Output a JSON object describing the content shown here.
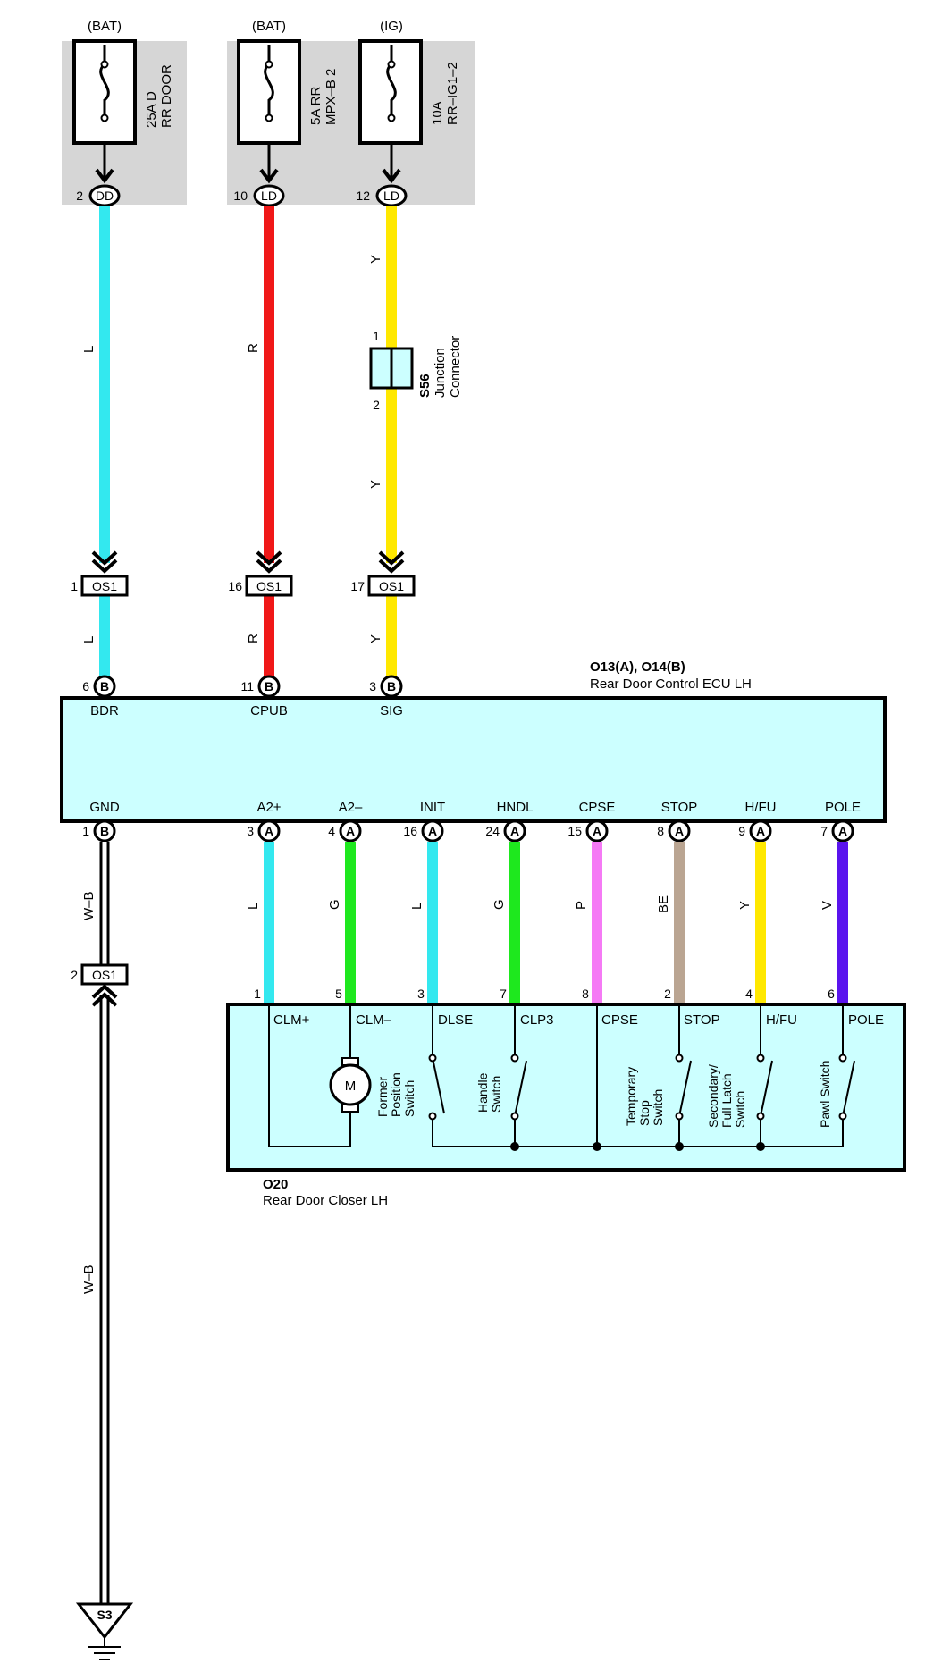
{
  "fuses": [
    {
      "source": "(BAT)",
      "rating": "25A D",
      "name": "RR DOOR",
      "pin": "2",
      "connector": "DD"
    },
    {
      "source": "(BAT)",
      "rating": "5A RR",
      "name": "MPX–B 2",
      "pin": "10",
      "connector": "LD"
    },
    {
      "source": "(IG)",
      "rating": "10A",
      "name": "RR–IG1–2",
      "pin": "12",
      "connector": "LD"
    }
  ],
  "junction": {
    "id": "S56",
    "label_line1": "Junction",
    "label_line2": "Connector",
    "pin_top": "1",
    "pin_bottom": "2"
  },
  "upper_wires": [
    {
      "color_code": "L",
      "color": "#33e8ef"
    },
    {
      "color_code": "R",
      "color": "#f01818"
    },
    {
      "color_code": "Y",
      "color": "#ffe800"
    }
  ],
  "junction_os1": [
    {
      "pin": "1",
      "connector": "OS1"
    },
    {
      "pin": "16",
      "connector": "OS1"
    },
    {
      "pin": "17",
      "connector": "OS1"
    },
    {
      "pin": "2",
      "connector": "OS1"
    }
  ],
  "ecu": {
    "id": "O13(A), O14(B)",
    "name": "Rear Door Control ECU LH",
    "body_color": "#ccffff",
    "top_pins": [
      {
        "pin": "6",
        "conn": "B",
        "terminal": "BDR"
      },
      {
        "pin": "11",
        "conn": "B",
        "terminal": "CPUB"
      },
      {
        "pin": "3",
        "conn": "B",
        "terminal": "SIG"
      }
    ],
    "bottom_pins": [
      {
        "pin": "1",
        "conn": "B",
        "terminal": "GND"
      },
      {
        "pin": "3",
        "conn": "A",
        "terminal": "A2+"
      },
      {
        "pin": "4",
        "conn": "A",
        "terminal": "A2–"
      },
      {
        "pin": "16",
        "conn": "A",
        "terminal": "INIT"
      },
      {
        "pin": "24",
        "conn": "A",
        "terminal": "HNDL"
      },
      {
        "pin": "15",
        "conn": "A",
        "terminal": "CPSE"
      },
      {
        "pin": "8",
        "conn": "A",
        "terminal": "STOP"
      },
      {
        "pin": "9",
        "conn": "A",
        "terminal": "H/FU"
      },
      {
        "pin": "7",
        "conn": "A",
        "terminal": "POLE"
      }
    ]
  },
  "lower_wires": [
    {
      "color_code": "L",
      "color": "#33e8ef"
    },
    {
      "color_code": "G",
      "color": "#1ee81e"
    },
    {
      "color_code": "L",
      "color": "#33e8ef"
    },
    {
      "color_code": "G",
      "color": "#1ee81e"
    },
    {
      "color_code": "P",
      "color": "#f57af5"
    },
    {
      "color_code": "BE",
      "color": "#baa592"
    },
    {
      "color_code": "Y",
      "color": "#ffe800"
    },
    {
      "color_code": "V",
      "color": "#5a14ee"
    }
  ],
  "ground_wire": {
    "color_code": "W–B",
    "ground_point": "S3"
  },
  "closer": {
    "id": "O20",
    "name": "Rear Door Closer LH",
    "pins": [
      {
        "pin": "1",
        "terminal": "CLM+"
      },
      {
        "pin": "5",
        "terminal": "CLM–"
      },
      {
        "pin": "3",
        "terminal": "DLSE"
      },
      {
        "pin": "7",
        "terminal": "CLP3"
      },
      {
        "pin": "8",
        "terminal": "CPSE"
      },
      {
        "pin": "2",
        "terminal": "STOP"
      },
      {
        "pin": "4",
        "terminal": "H/FU"
      },
      {
        "pin": "6",
        "terminal": "POLE"
      }
    ],
    "motor_symbol": "M",
    "components": [
      [
        "Former",
        "Position",
        "Switch"
      ],
      [
        "Handle",
        "Switch"
      ],
      [
        "Temporary",
        "Stop",
        "Switch"
      ],
      [
        "Secondary/",
        "Full Latch",
        "Switch"
      ],
      [
        "Pawl Switch"
      ]
    ]
  }
}
